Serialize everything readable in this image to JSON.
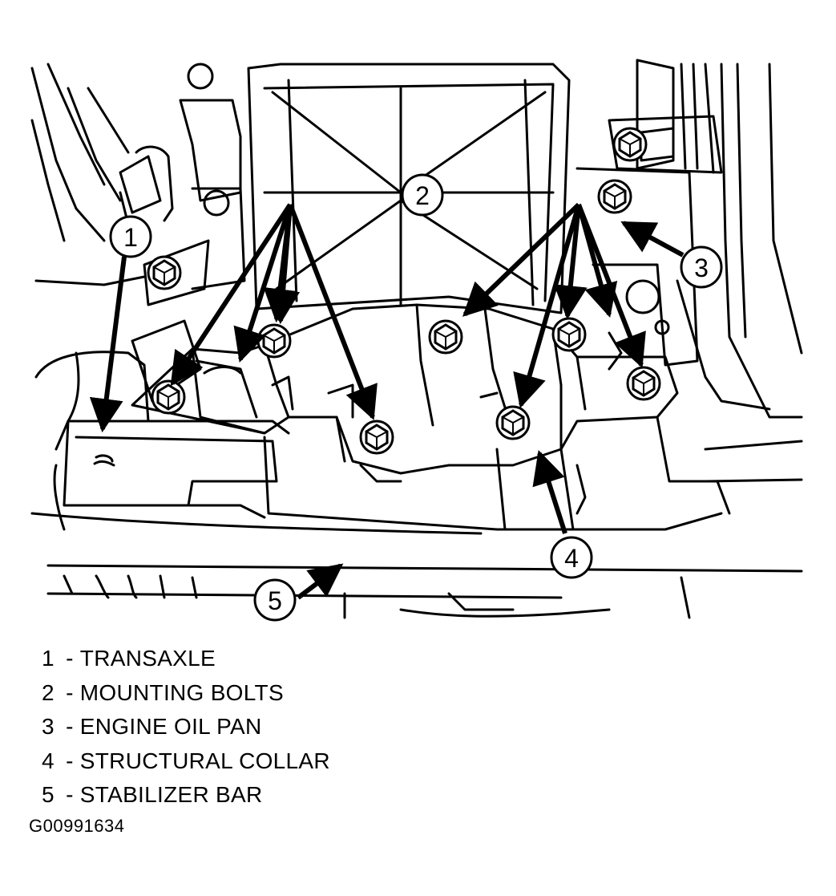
{
  "callouts": [
    {
      "id": "1"
    },
    {
      "id": "2"
    },
    {
      "id": "3"
    },
    {
      "id": "4"
    },
    {
      "id": "5"
    }
  ],
  "legend": [
    {
      "num": "1",
      "sep": " - ",
      "label": "TRANSAXLE"
    },
    {
      "num": "2",
      "sep": " - ",
      "label": "MOUNTING BOLTS"
    },
    {
      "num": "3",
      "sep": " - ",
      "label": "ENGINE OIL PAN"
    },
    {
      "num": "4",
      "sep": " - ",
      "label": "STRUCTURAL COLLAR"
    },
    {
      "num": "5",
      "sep": " - ",
      "label": "STABILIZER BAR"
    }
  ],
  "figure_id": "G00991634",
  "colors": {
    "line": "#000000",
    "background": "#ffffff"
  }
}
